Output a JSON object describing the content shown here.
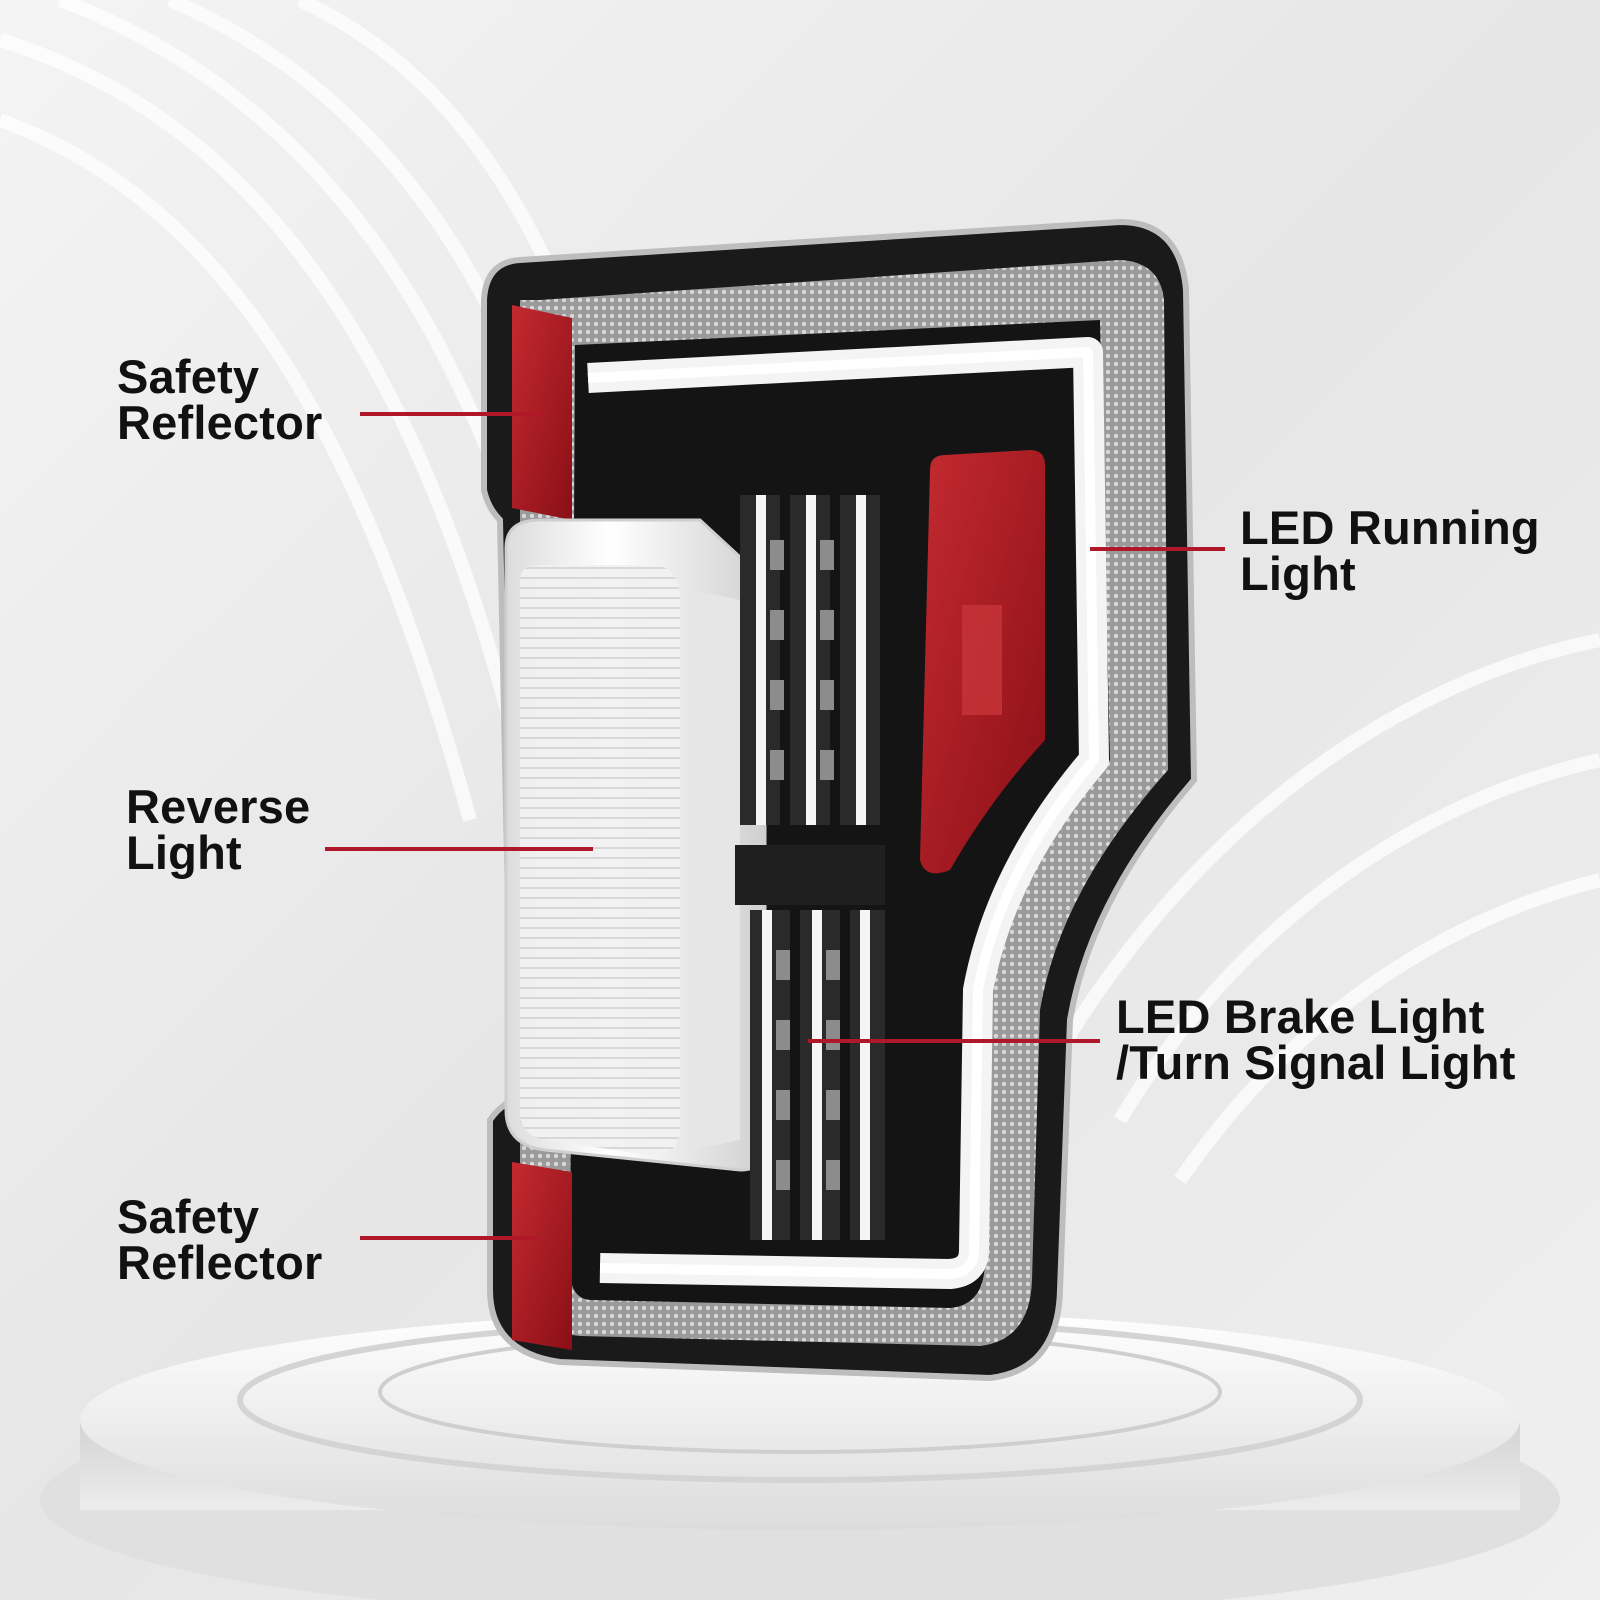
{
  "colors": {
    "leader_line": "#b0182a",
    "label_text": "#111111",
    "background": "#e9e9e9",
    "housing": "#141414",
    "reflector_red": "#a3141c",
    "lens_clear": "#f2f2f2"
  },
  "callouts": [
    {
      "id": "safety-reflector-top",
      "lines": [
        "Safety",
        "Reflector"
      ]
    },
    {
      "id": "reverse-light",
      "lines": [
        "Reverse",
        "Light"
      ]
    },
    {
      "id": "safety-reflector-bottom",
      "lines": [
        "Safety",
        "Reflector"
      ]
    },
    {
      "id": "led-running-light",
      "lines": [
        "LED Running",
        "Light"
      ]
    },
    {
      "id": "led-brake-turn-light",
      "lines": [
        "LED Brake Light",
        "/Turn Signal Light"
      ]
    }
  ]
}
